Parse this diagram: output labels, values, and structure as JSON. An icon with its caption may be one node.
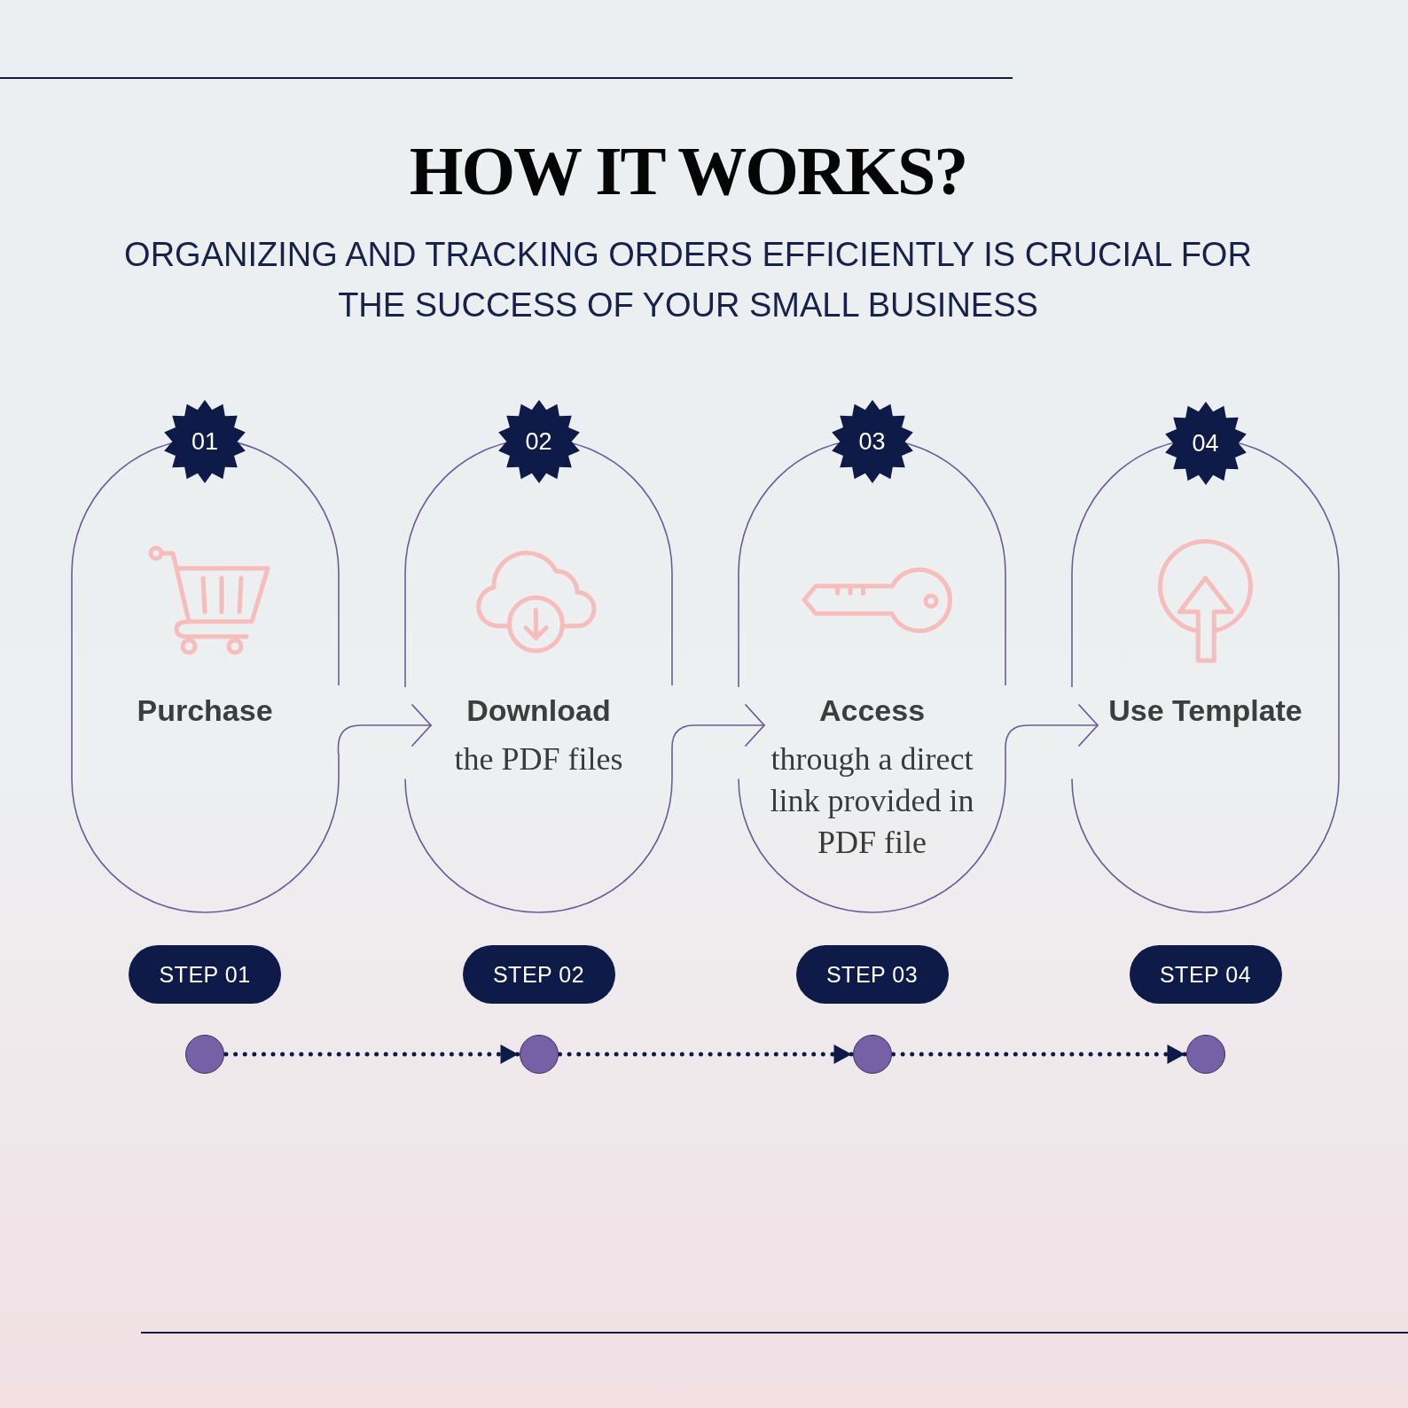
{
  "diagram": {
    "title": "HOW IT WORKS?",
    "nodes": [
      {
        "text": [
          "01"
        ]
      },
      {
        "text": [
          "Purchase"
        ]
      },
      {
        "text": [
          "STEP 01"
        ]
      },
      {
        "text": [],
        "shape": "circle"
      },
      {
        "text": [
          "02"
        ]
      },
      {
        "text": [
          "Download",
          "the PDF files"
        ]
      },
      {
        "text": [
          "STEP 02"
        ]
      },
      {
        "text": [],
        "shape": "circle"
      },
      {
        "text": [
          "03"
        ]
      },
      {
        "text": [
          "Access",
          "through a direct link provided in PDF file"
        ]
      },
      {
        "text": [
          "STEP 03"
        ]
      },
      {
        "text": [],
        "shape": "circle"
      },
      {
        "text": [
          "04"
        ]
      },
      {
        "text": [
          "Use Template"
        ]
      },
      {
        "text": [
          "STEP 04"
        ]
      },
      {
        "text": [],
        "shape": "circle"
      }
    ],
    "edges": [
      {
        "from": 1,
        "to": 5,
        "arrow": "to"
      },
      {
        "from": 5,
        "to": 9,
        "arrow": "to"
      },
      {
        "from": 9,
        "to": 13,
        "arrow": "to"
      },
      {
        "from": 3,
        "to": 7,
        "arrow": "to",
        "style": "dashed",
        "color": "#0e1b48"
      },
      {
        "from": 7,
        "to": 11,
        "arrow": "to",
        "style": "dashed",
        "color": "#0e1b48"
      },
      {
        "from": 11,
        "to": 15,
        "arrow": "to",
        "style": "dashed",
        "color": "#0e1b48"
      }
    ],
    "labels": [
      "ORGANIZING AND TRACKING ORDERS EFFICIENTLY IS CRUCIAL FOR THE SUCCESS OF YOUR SMALL BUSINESS"
    ]
  }
}
